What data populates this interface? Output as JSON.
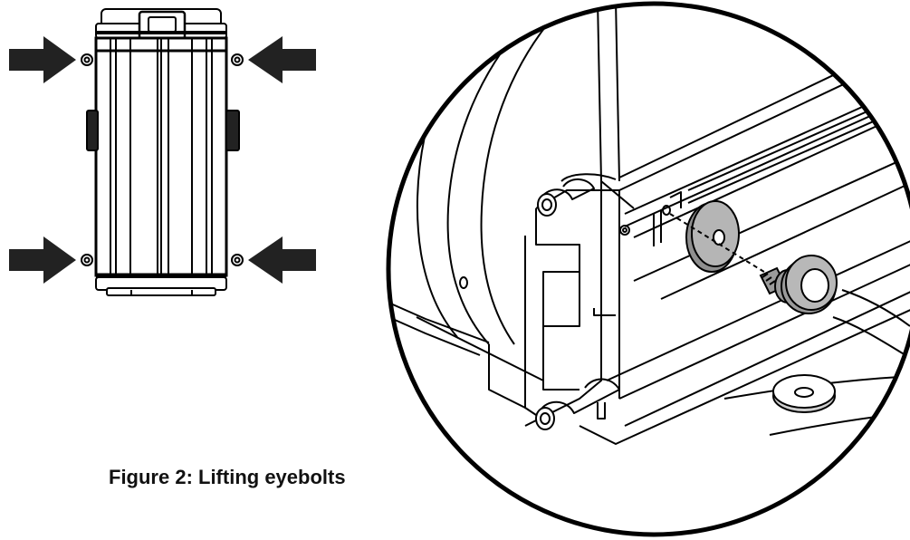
{
  "figure": {
    "caption": "Figure 2: Lifting eyebolts",
    "top_view": {
      "arrows": [
        {
          "side": "left",
          "level": "top"
        },
        {
          "side": "right",
          "level": "top"
        },
        {
          "side": "left",
          "level": "bottom"
        },
        {
          "side": "right",
          "level": "bottom"
        }
      ]
    },
    "detail_view": {
      "parts": [
        "fixture-body",
        "mounting-rail",
        "washer",
        "eyebolt",
        "spare-washer"
      ]
    },
    "colors": {
      "line": "#000000",
      "metal_gray": "#9a9a9a",
      "light_gray": "#cfcfcf",
      "background": "#ffffff"
    }
  }
}
